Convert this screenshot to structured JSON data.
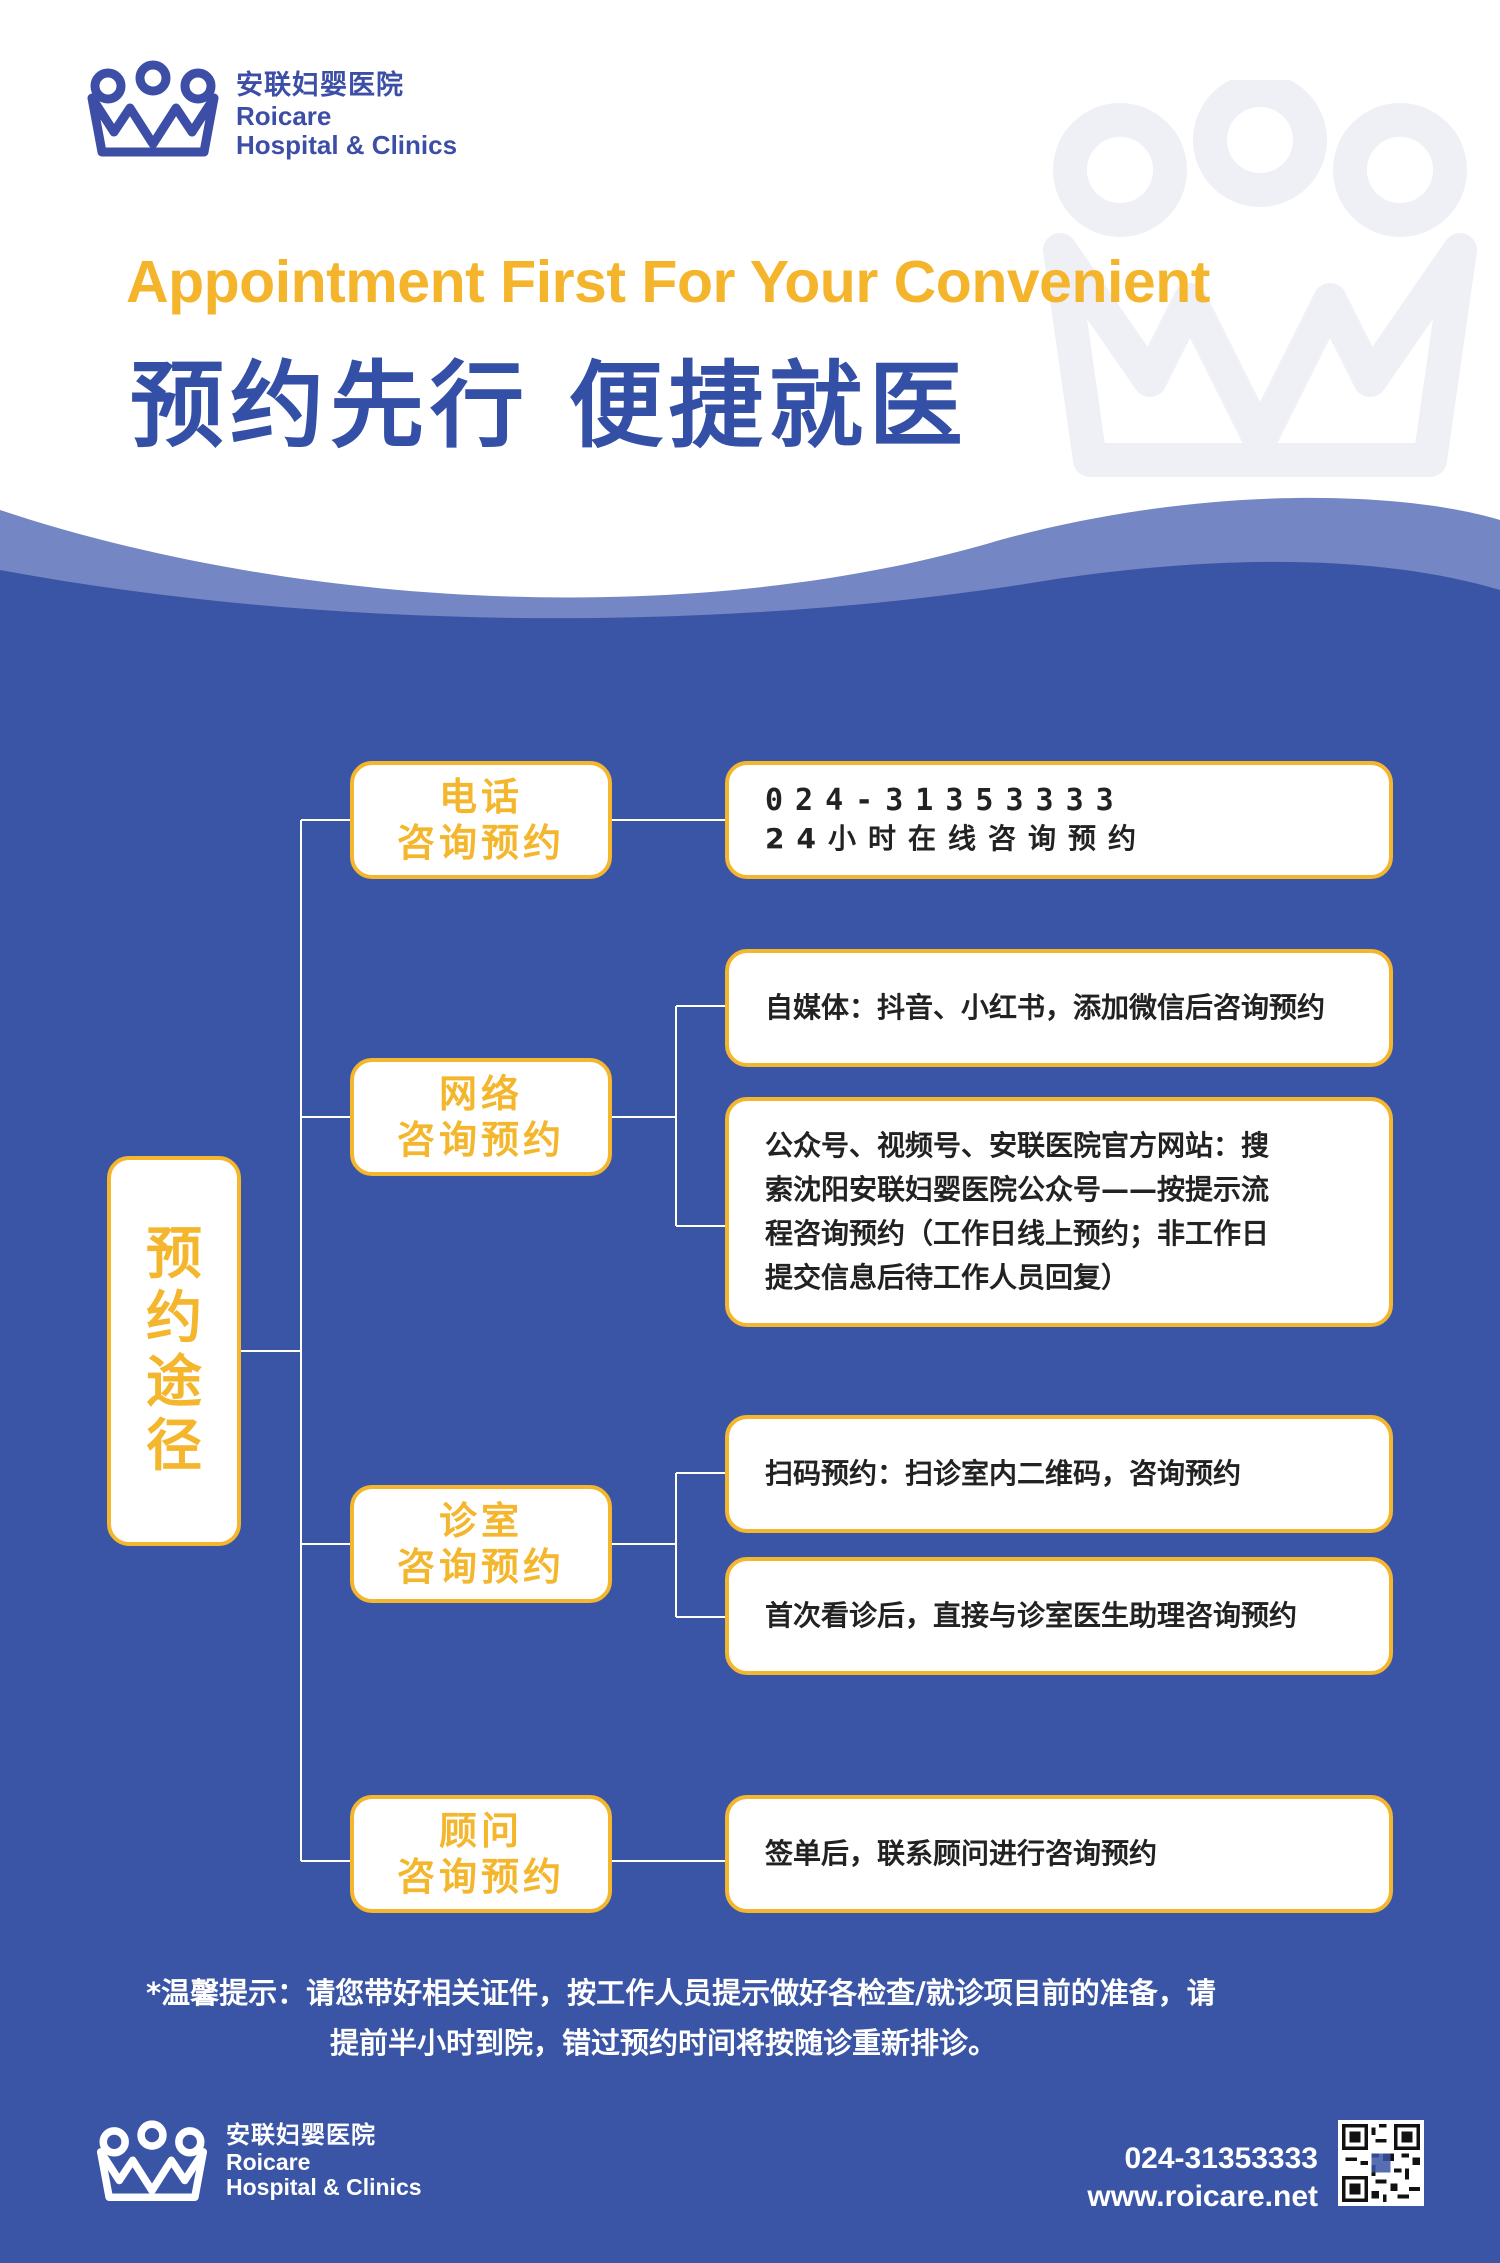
{
  "brand": {
    "name_cn": "安联妇婴医院",
    "name_en_1": "Roicare",
    "name_en_2": "Hospital & Clinics"
  },
  "headline": {
    "en": "Appointment First For Your Convenient",
    "cn": "预约先行 便捷就医"
  },
  "root": {
    "chars": [
      "预",
      "约",
      "途",
      "径"
    ]
  },
  "categories": [
    {
      "line1": "电话",
      "line2": "咨询预约"
    },
    {
      "line1": "网络",
      "line2": "咨询预约"
    },
    {
      "line1": "诊室",
      "line2": "咨询预约"
    },
    {
      "line1": "顾问",
      "line2": "咨询预约"
    }
  ],
  "details": {
    "phone_number": "024-31353333",
    "phone_hours": "24小时在线咨询预约",
    "online_1": "自媒体：抖音、小红书，添加微信后咨询预约",
    "online_2_lines": [
      "公众号、视频号、安联医院官方网站：搜",
      "索沈阳安联妇婴医院公众号——按提示流",
      "程咨询预约（工作日线上预约；非工作日",
      "提交信息后待工作人员回复）"
    ],
    "clinic_1": "扫码预约：扫诊室内二维码，咨询预约",
    "clinic_2": "首次看诊后，直接与诊室医生助理咨询预约",
    "advisor_1": "签单后，联系顾问进行咨询预约"
  },
  "tip": {
    "line1": "*温馨提示：请您带好相关证件，按工作人员提示做好各检查/就诊项目前的准备，请",
    "line2": "提前半小时到院，错过预约时间将按随诊重新排诊。"
  },
  "contact": {
    "phone": "024-31353333",
    "website": "www.roicare.net"
  },
  "colors": {
    "brand_blue": "#3a55a6",
    "accent_yellow": "#f3b62d",
    "headline_blue": "#3450a6"
  },
  "icons": {
    "logo": "crown-logo-icon",
    "qr": "qr-code-icon"
  }
}
